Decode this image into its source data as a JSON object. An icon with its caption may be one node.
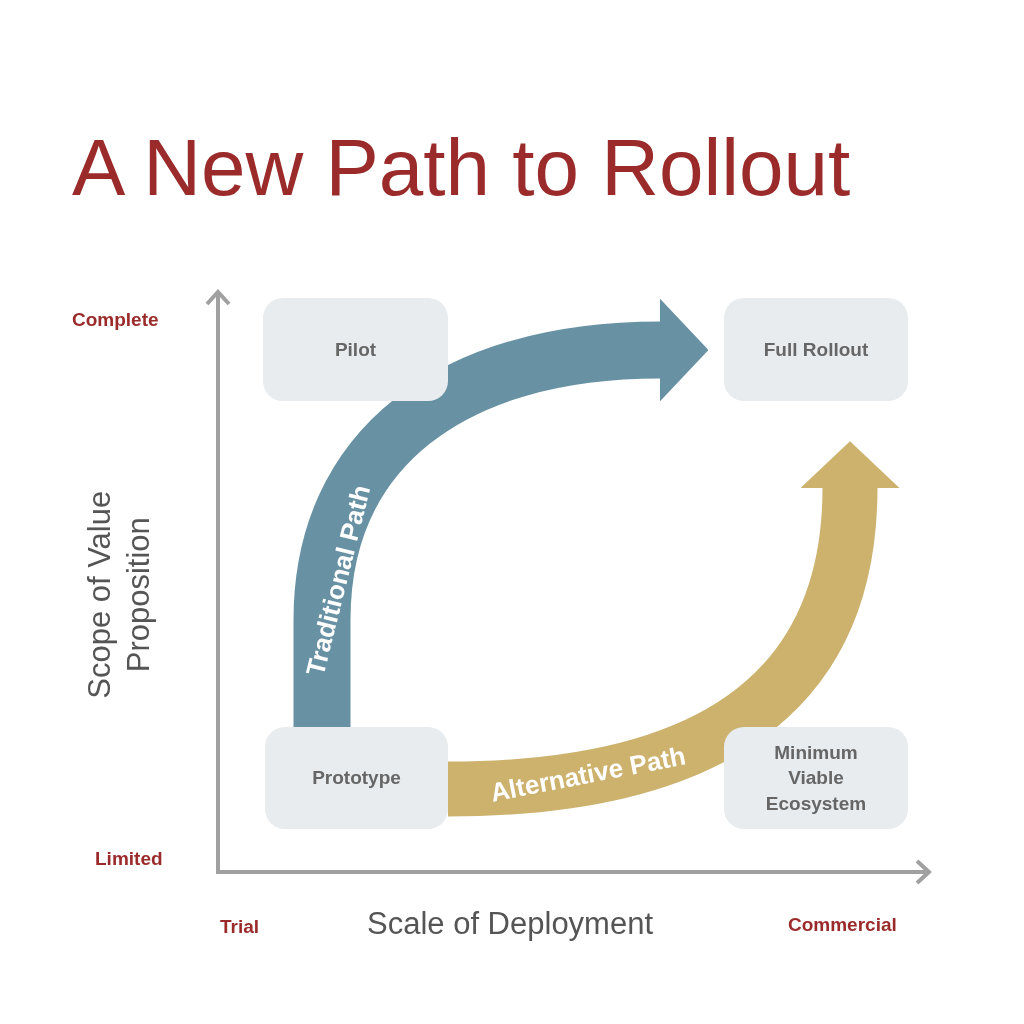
{
  "diagram": {
    "title": "A New Path to Rollout",
    "nodes": [
      {
        "text": [
          "Pilot"
        ]
      },
      {
        "text": [
          "Full Rollout"
        ]
      },
      {
        "text": [
          "Prototype"
        ]
      },
      {
        "text": [
          "Minimum Viable Ecosystem"
        ]
      }
    ],
    "edges": [
      {
        "from": 2,
        "to": 1,
        "arrow": "to",
        "label": "Traditional Path",
        "color": "#6892a3"
      },
      {
        "from": 2,
        "to": 1,
        "arrow": "to",
        "label": "Alternative Path",
        "color": "#cdb26e"
      }
    ],
    "labels": [
      "Complete",
      "Scope of Value Proposition",
      "Limited",
      "Trial",
      "Scale of Deployment",
      "Commercial"
    ]
  }
}
